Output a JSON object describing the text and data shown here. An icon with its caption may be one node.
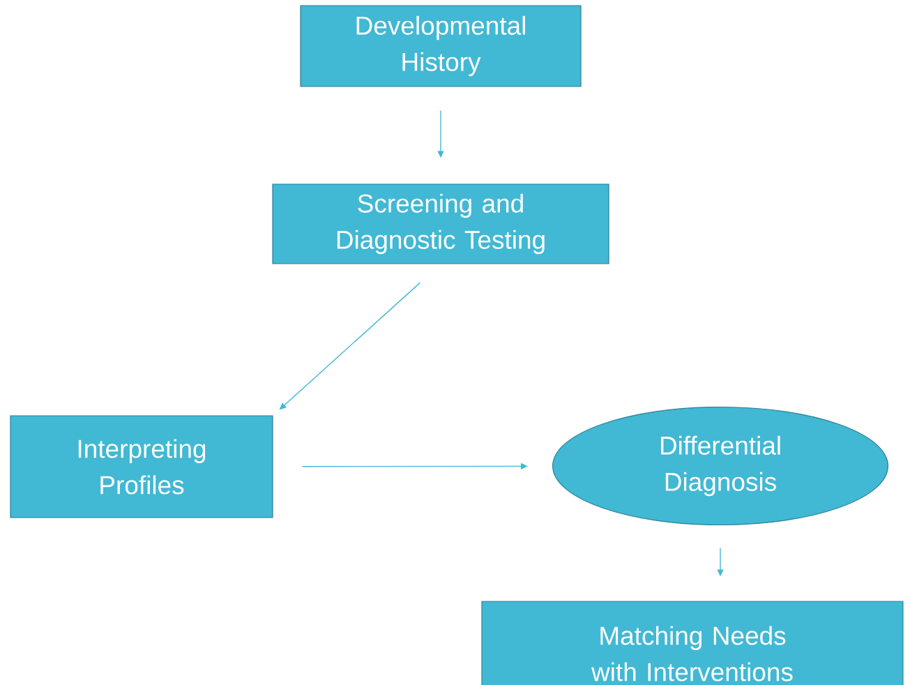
{
  "diagram": {
    "nodes": [
      {
        "text": [
          "Developmental History"
        ]
      },
      {
        "text": [
          "Screening and Diagnostic Testing"
        ]
      },
      {
        "text": [
          "Interpreting Profiles"
        ]
      },
      {
        "text": [
          "Differential Diagnosis"
        ]
      },
      {
        "text": [
          "Matching Needs with Interventions"
        ]
      }
    ],
    "edges": [
      {
        "from": 0,
        "to": 1,
        "arrow": "to"
      },
      {
        "from": 1,
        "to": 2,
        "arrow": "to"
      },
      {
        "from": 2,
        "to": 3,
        "arrow": "to"
      },
      {
        "from": 3,
        "to": 4,
        "arrow": "to"
      }
    ]
  }
}
